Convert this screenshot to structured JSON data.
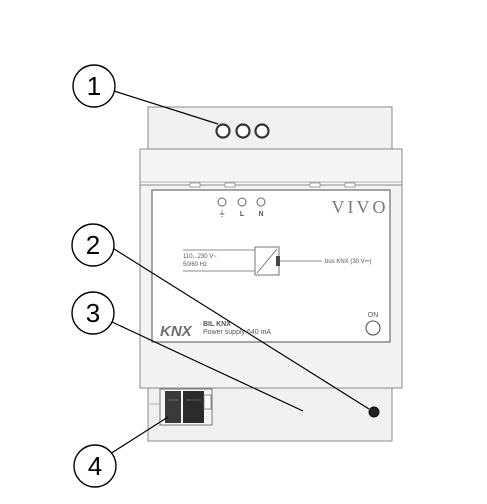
{
  "callouts": [
    {
      "number": "1"
    },
    {
      "number": "2"
    },
    {
      "number": "3"
    },
    {
      "number": "4"
    }
  ],
  "terminals": [
    "⏚",
    "L",
    "N"
  ],
  "brand": "VIVO",
  "input_label_line1": "110...230 V~",
  "input_label_line2": "50/60 Hz",
  "output_label": "bus KNX (30 V⎓)",
  "on_label": "ON",
  "knx_logo": "KNX",
  "product_name": "BIL KNX",
  "product_desc": "Power supply 640 mA"
}
